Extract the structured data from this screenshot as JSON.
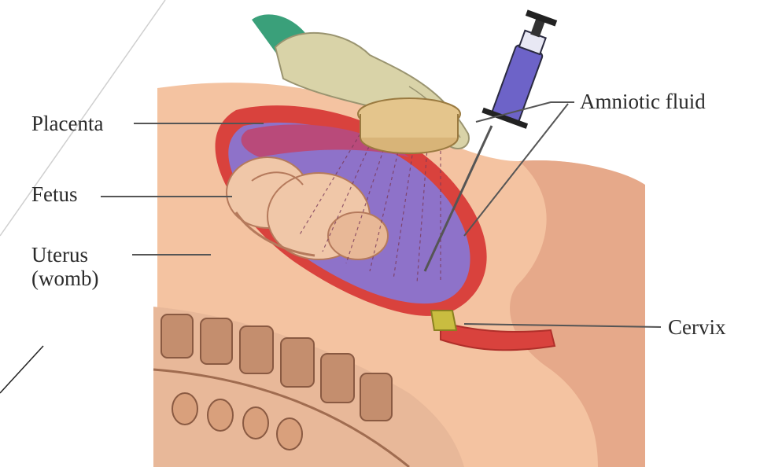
{
  "labels": {
    "placenta": "Placenta",
    "fetus": "Fetus",
    "uterus_line1": "Uterus",
    "uterus_line2": "(womb)",
    "amniotic": "Amniotic fluid",
    "cervix": "Cervix"
  },
  "colors": {
    "skin": "#f4c3a1",
    "skin_shadow": "#e6a98a",
    "uterus_wall": "#d9423d",
    "amniotic_fluid": "#8e72c9",
    "placenta": "#b94a7a",
    "fetus": "#f0c7a8",
    "glove": "#d9d3a8",
    "probe": "#e4c58c",
    "syringe_fluid": "#6d63c8",
    "spine": "#c48e6e",
    "cervix": "#c9bd40",
    "leader_line": "#555555"
  }
}
